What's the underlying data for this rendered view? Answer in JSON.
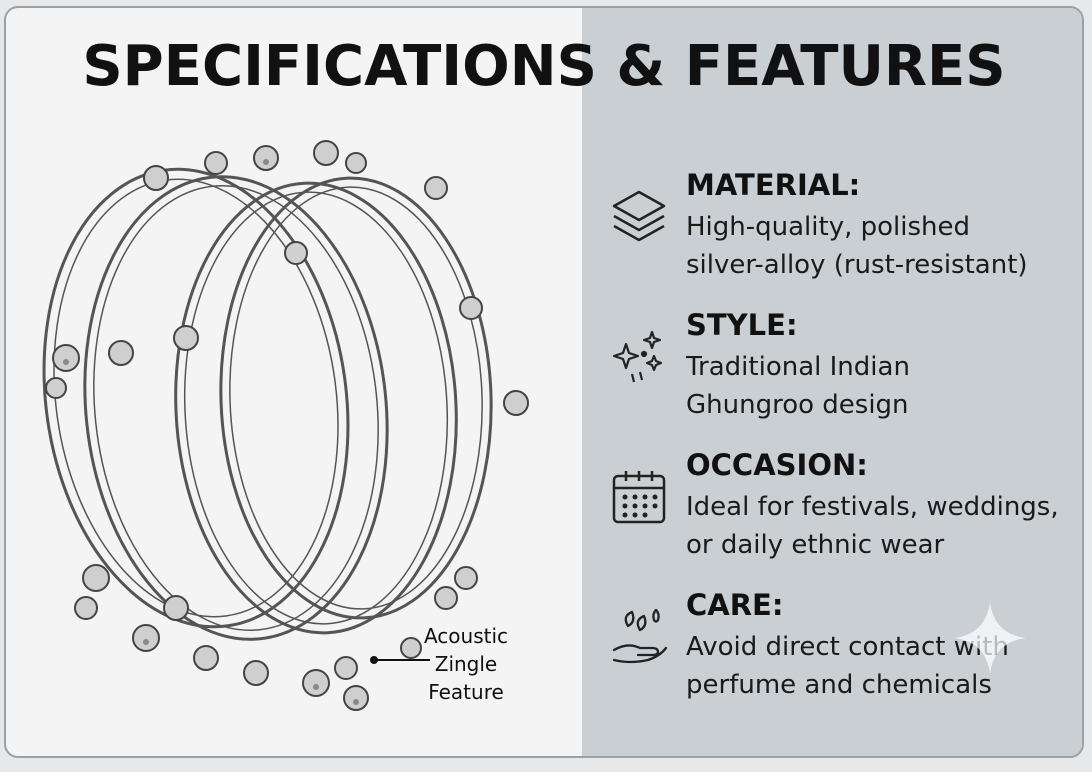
{
  "title": "SPECIFICATIONS & FEATURES",
  "annotation": {
    "lines": [
      "Acoustic",
      "Zingle",
      "Feature"
    ]
  },
  "features": [
    {
      "icon": "layers-icon",
      "heading": "MATERIAL:",
      "lines": [
        "High-quality, polished",
        "silver-alloy (rust-resistant)"
      ]
    },
    {
      "icon": "sparkles-icon",
      "heading": "STYLE:",
      "lines": [
        "Traditional Indian",
        "Ghungroo design"
      ]
    },
    {
      "icon": "calendar-icon",
      "heading": "OCCASION:",
      "lines": [
        "Ideal for festivals, weddings,",
        "or daily ethnic wear"
      ]
    },
    {
      "icon": "hand-care-icon",
      "heading": "CARE:",
      "lines": [
        "Avoid direct contact with",
        "perfume and chemicals"
      ]
    }
  ],
  "colors": {
    "left_background": "#f4f4f4",
    "right_background": "#c9cfd2",
    "text": "#111111",
    "border": "#9aa0a3"
  }
}
